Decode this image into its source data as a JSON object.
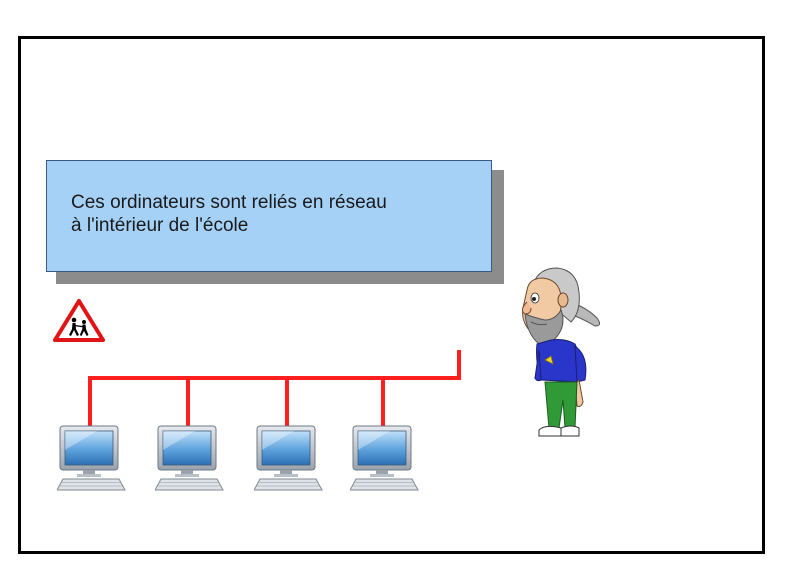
{
  "caption": {
    "line1": "Ces ordinateurs sont reliés en réseau",
    "line2": "à l'intérieur de l'école"
  },
  "icons": {
    "sign": "school-crossing-warning-sign-icon",
    "computer": "desktop-computer-icon",
    "character": "cartoon-bearded-man-icon"
  },
  "computers": [
    "computer-1",
    "computer-2",
    "computer-3",
    "computer-4"
  ],
  "colors": {
    "network_cable": "#ff1f1f",
    "caption_background": "#a5d1f7",
    "caption_shadow": "#8c8c8c",
    "frame_border": "#000000",
    "sign_border": "#e01414"
  }
}
